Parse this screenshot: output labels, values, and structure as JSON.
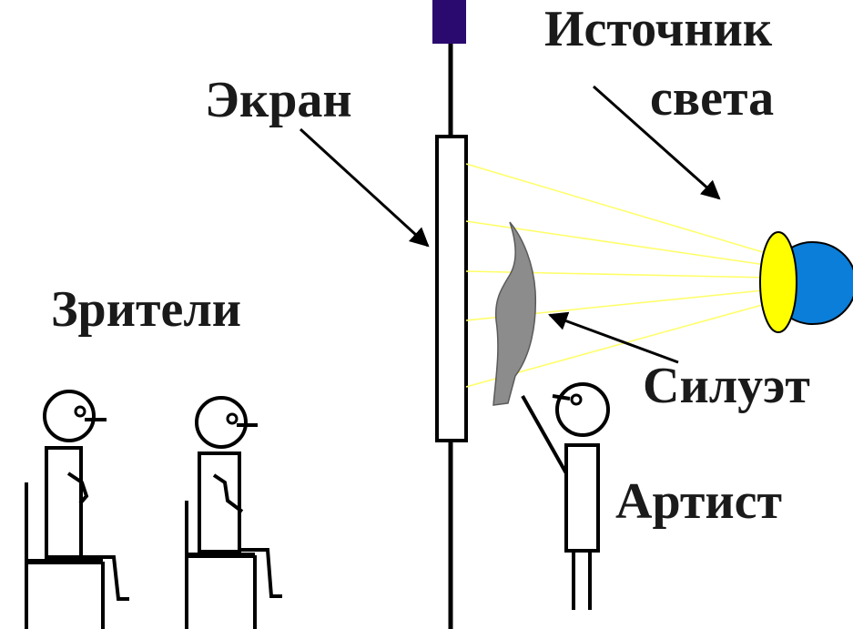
{
  "labels": {
    "screen": "Экран",
    "light_source_line1": "Источник",
    "light_source_line2": "света",
    "viewers": "Зрители",
    "silhouette": "Силуэт",
    "artist": "Артист"
  },
  "colors": {
    "ink": "#000000",
    "light_rays": "#ffff66",
    "lamp_front": "#ffff00",
    "lamp_back": "#0a7ed8",
    "pole_top": "#2a0a6e",
    "silhouette_fill": "#8c8c8c"
  }
}
